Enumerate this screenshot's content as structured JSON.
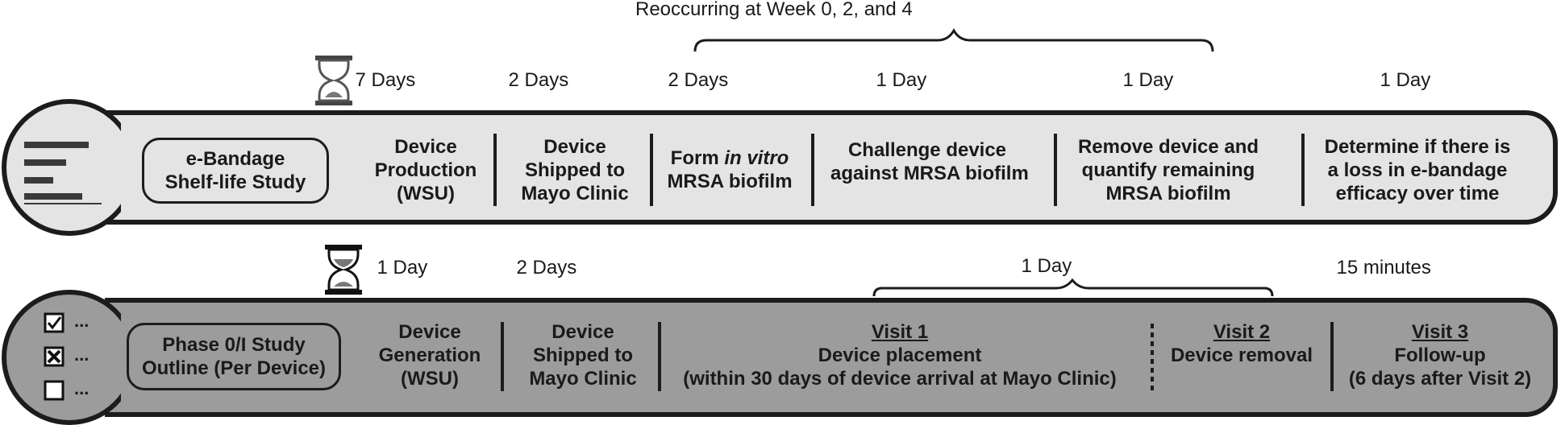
{
  "recurring_label": "Reoccurring at Week 0, 2, and 4",
  "row1": {
    "durations": [
      "7 Days",
      "2 Days",
      "2 Days",
      "1 Day",
      "1 Day",
      "1 Day"
    ],
    "title_lines": [
      "e-Bandage",
      "Shelf-life Study"
    ],
    "steps": [
      {
        "lines": [
          "Device",
          "Production",
          "(WSU)"
        ]
      },
      {
        "lines": [
          "Device",
          "Shipped to",
          "Mayo Clinic"
        ]
      },
      {
        "pre": "Form ",
        "em": "in vitro",
        "line2": "MRSA biofilm"
      },
      {
        "lines": [
          "Challenge device",
          "against MRSA biofilm"
        ]
      },
      {
        "lines": [
          "Remove device and",
          "quantify remaining",
          "MRSA biofilm"
        ]
      },
      {
        "lines": [
          "Determine if there is",
          "a loss in e-bandage",
          "efficacy over time"
        ]
      }
    ],
    "icon": "timer-gantt-icon"
  },
  "row2": {
    "durations": [
      "1 Day",
      "2 Days",
      "1 Day",
      "15 minutes"
    ],
    "title_lines": [
      "Phase 0/I Study",
      "Outline (Per Device)"
    ],
    "steps": [
      {
        "lines": [
          "Device",
          "Generation",
          "(WSU)"
        ]
      },
      {
        "lines": [
          "Device",
          "Shipped to",
          "Mayo Clinic"
        ]
      },
      {
        "heading": "Visit 1",
        "lines": [
          "Device placement",
          "(within 30 days of device arrival at Mayo Clinic)"
        ]
      },
      {
        "heading": "Visit 2",
        "lines": [
          "Device removal"
        ]
      },
      {
        "heading": "Visit 3",
        "lines": [
          "Follow-up",
          "(6 days after Visit 2)"
        ]
      }
    ],
    "checklist": [
      "...",
      "...",
      "..."
    ],
    "icon": "checklist-icon"
  },
  "colors": {
    "row1_fill": "#e4e4e4",
    "row2_fill": "#9c9c9c",
    "stroke": "#1c1c1c"
  }
}
